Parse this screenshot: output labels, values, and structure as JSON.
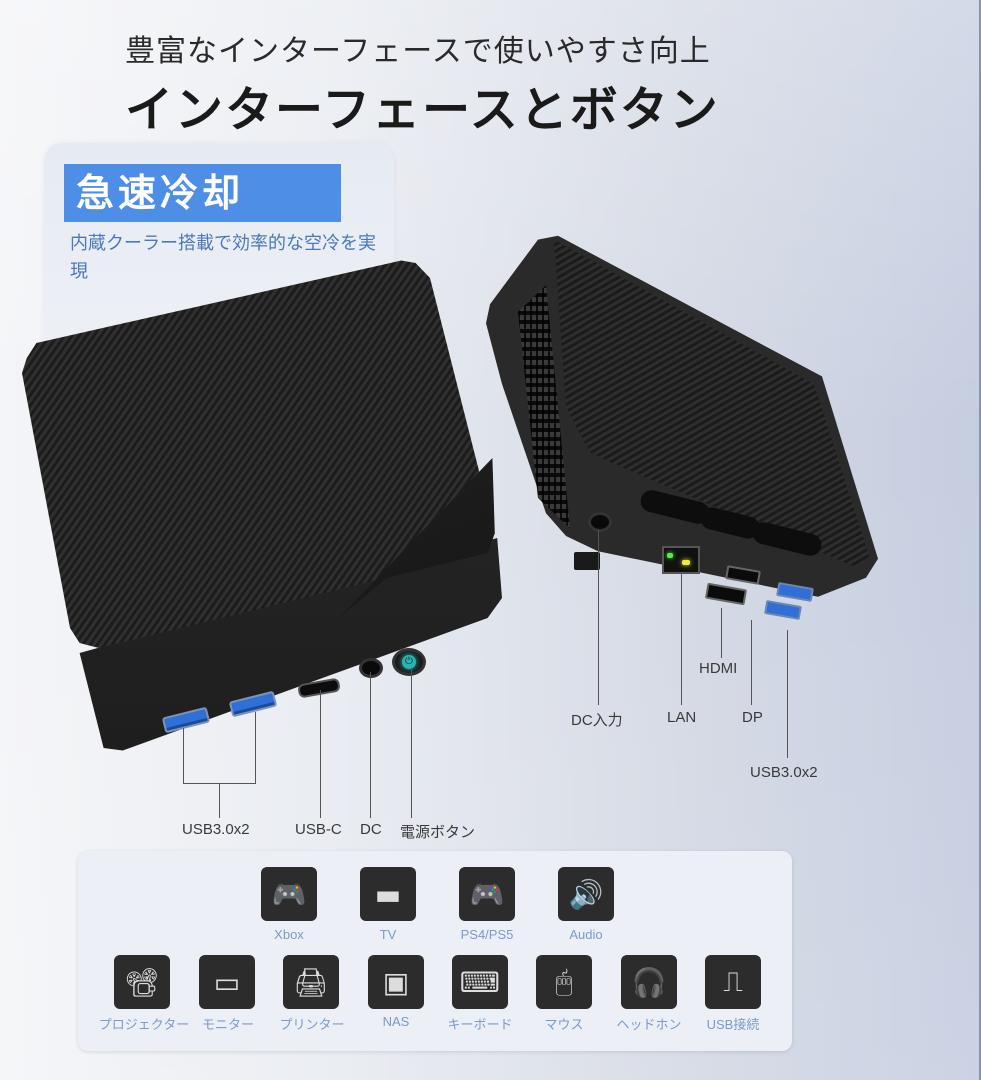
{
  "header": {
    "subtitle": "豊富なインターフェースで使いやすさ向上",
    "title": "インターフェースとボタン"
  },
  "cooling_card": {
    "badge": "急速冷却",
    "description": "内蔵クーラー搭載で効率的な空冷を実現",
    "badge_color": "#4f8ee6",
    "text_color": "#4a78b8"
  },
  "front_ports": {
    "labels": [
      {
        "id": "usb3",
        "text": "USB3.0x2"
      },
      {
        "id": "usbc",
        "text": "USB-C"
      },
      {
        "id": "dc",
        "text": "DC"
      },
      {
        "id": "power",
        "text": "電源ボタン"
      }
    ]
  },
  "rear_ports": {
    "labels": [
      {
        "id": "dc_in",
        "text": "DC入力"
      },
      {
        "id": "lan",
        "text": "LAN"
      },
      {
        "id": "hdmi",
        "text": "HDMI"
      },
      {
        "id": "dp",
        "text": "DP"
      },
      {
        "id": "usb3",
        "text": "USB3.0x2"
      }
    ]
  },
  "compatibility": {
    "row1": [
      {
        "label": "Xbox",
        "icon": "gamepad-icon",
        "glyph": "🎮"
      },
      {
        "label": "TV",
        "icon": "tv-icon",
        "glyph": "▬"
      },
      {
        "label": "PS4/PS5",
        "icon": "controller-icon",
        "glyph": "🎮"
      },
      {
        "label": "Audio",
        "icon": "speaker-icon",
        "glyph": "🔊"
      }
    ],
    "row2": [
      {
        "label": "プロジェクター",
        "icon": "projector-icon",
        "glyph": "📽"
      },
      {
        "label": "モニター",
        "icon": "monitor-icon",
        "glyph": "▭"
      },
      {
        "label": "プリンター",
        "icon": "printer-icon",
        "glyph": "🖨"
      },
      {
        "label": "NAS",
        "icon": "nas-icon",
        "glyph": "▣"
      },
      {
        "label": "キーボード",
        "icon": "keyboard-icon",
        "glyph": "⌨"
      },
      {
        "label": "マウス",
        "icon": "mouse-icon",
        "glyph": "🖱"
      },
      {
        "label": "ヘッドホン",
        "icon": "headphones-icon",
        "glyph": "🎧"
      },
      {
        "label": "USB接続",
        "icon": "usb-stick-icon",
        "glyph": "⎍"
      }
    ],
    "label_color": "#7a9ac8"
  }
}
